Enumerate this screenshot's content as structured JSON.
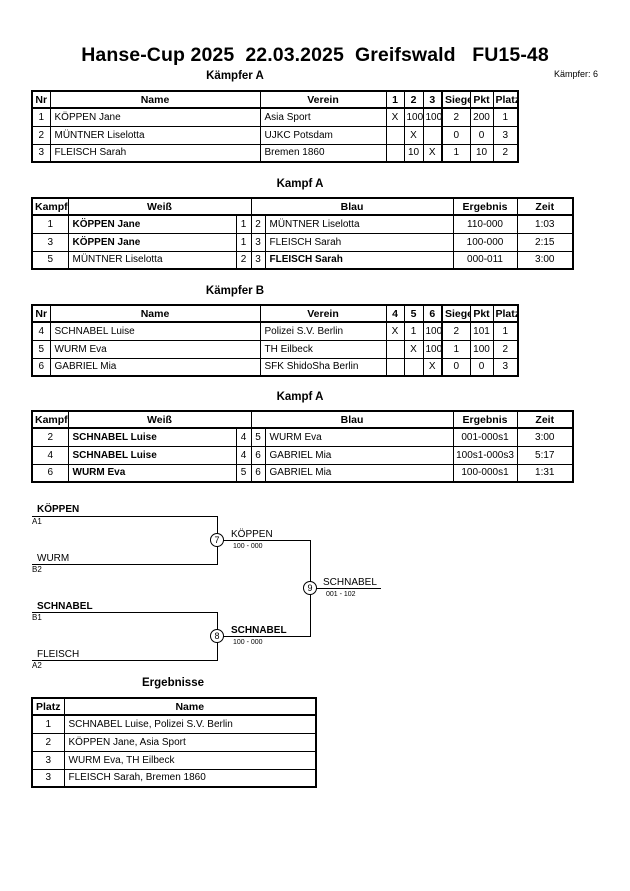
{
  "header": {
    "title": "Hanse-Cup 2025  22.03.2025  Greifswald   FU15-48",
    "fighter_count": "Kämpfer: 6"
  },
  "pool_a": {
    "title": "Kämpfer A",
    "columns": {
      "nr": "Nr",
      "name": "Name",
      "club": "Verein",
      "f1": "1",
      "f2": "2",
      "f3": "3",
      "wins": "Siege",
      "points": "Pkt",
      "place": "Platz"
    },
    "rows": [
      {
        "nr": "1",
        "name": "KÖPPEN Jane",
        "club": "Asia Sport",
        "r1": "X",
        "r2": "100",
        "r3": "100",
        "wins": "2",
        "points": "200",
        "place": "1"
      },
      {
        "nr": "2",
        "name": "MÜNTNER Liselotta",
        "club": "UJKC Potsdam",
        "r1": "",
        "r2": "X",
        "r3": "",
        "wins": "0",
        "points": "0",
        "place": "3"
      },
      {
        "nr": "3",
        "name": "FLEISCH Sarah",
        "club": "Bremen 1860",
        "r1": "",
        "r2": "10",
        "r3": "X",
        "wins": "1",
        "points": "10",
        "place": "2"
      }
    ]
  },
  "fights_a": {
    "title": "Kampf A",
    "columns": {
      "fight": "Kampf",
      "white": "Weiß",
      "blue": "Blau",
      "result": "Ergebnis",
      "time": "Zeit"
    },
    "rows": [
      {
        "fight": "1",
        "white": "KÖPPEN Jane",
        "w_nr": "1",
        "b_nr": "2",
        "blue": "MÜNTNER Liselotta",
        "result": "110-000",
        "time": "1:03",
        "winner": "white"
      },
      {
        "fight": "3",
        "white": "KÖPPEN Jane",
        "w_nr": "1",
        "b_nr": "3",
        "blue": "FLEISCH Sarah",
        "result": "100-000",
        "time": "2:15",
        "winner": "white"
      },
      {
        "fight": "5",
        "white": "MÜNTNER Liselotta",
        "w_nr": "2",
        "b_nr": "3",
        "blue": "FLEISCH Sarah",
        "result": "000-011",
        "time": "3:00",
        "winner": "blue"
      }
    ]
  },
  "pool_b": {
    "title": "Kämpfer B",
    "columns": {
      "nr": "Nr",
      "name": "Name",
      "club": "Verein",
      "f1": "4",
      "f2": "5",
      "f3": "6",
      "wins": "Siege",
      "points": "Pkt",
      "place": "Platz"
    },
    "rows": [
      {
        "nr": "4",
        "name": "SCHNABEL Luise",
        "club": "Polizei S.V. Berlin",
        "r1": "X",
        "r2": "1",
        "r3": "100",
        "wins": "2",
        "points": "101",
        "place": "1"
      },
      {
        "nr": "5",
        "name": "WURM Eva",
        "club": "TH Eilbeck",
        "r1": "",
        "r2": "X",
        "r3": "100",
        "wins": "1",
        "points": "100",
        "place": "2"
      },
      {
        "nr": "6",
        "name": "GABRIEL Mia",
        "club": "SFK ShidoSha Berlin",
        "r1": "",
        "r2": "",
        "r3": "X",
        "wins": "0",
        "points": "0",
        "place": "3"
      }
    ]
  },
  "fights_b": {
    "title": "Kampf A",
    "columns": {
      "fight": "Kampf",
      "white": "Weiß",
      "blue": "Blau",
      "result": "Ergebnis",
      "time": "Zeit"
    },
    "rows": [
      {
        "fight": "2",
        "white": "SCHNABEL Luise",
        "w_nr": "4",
        "b_nr": "5",
        "blue": "WURM Eva",
        "result": "001-000s1",
        "time": "3:00",
        "winner": "white"
      },
      {
        "fight": "4",
        "white": "SCHNABEL Luise",
        "w_nr": "4",
        "b_nr": "6",
        "blue": "GABRIEL Mia",
        "result": "100s1-000s3",
        "time": "5:17",
        "winner": "white"
      },
      {
        "fight": "6",
        "white": "WURM Eva",
        "w_nr": "5",
        "b_nr": "6",
        "blue": "GABRIEL Mia",
        "result": "100-000s1",
        "time": "1:31",
        "winner": "white"
      }
    ]
  },
  "bracket": {
    "sf1_top": {
      "name": "KÖPPEN",
      "seed": "A1"
    },
    "sf1_bottom": {
      "name": "WURM",
      "seed": "B2"
    },
    "sf2_top": {
      "name": "SCHNABEL",
      "seed": "B1"
    },
    "sf2_bottom": {
      "name": "FLEISCH",
      "seed": "A2"
    },
    "sf1_fight": "7",
    "sf1_winner": "KÖPPEN",
    "sf1_score": "100 - 000",
    "sf2_fight": "8",
    "sf2_winner": "SCHNABEL",
    "sf2_score": "100 - 000",
    "final_fight": "9",
    "final_winner": "SCHNABEL",
    "final_score": "001 - 102"
  },
  "results": {
    "title": "Ergebnisse",
    "columns": {
      "place": "Platz",
      "name": "Name"
    },
    "rows": [
      {
        "place": "1",
        "name": "SCHNABEL Luise, Polizei S.V. Berlin"
      },
      {
        "place": "2",
        "name": "KÖPPEN Jane, Asia Sport"
      },
      {
        "place": "3",
        "name": "WURM Eva, TH Eilbeck"
      },
      {
        "place": "3",
        "name": "FLEISCH Sarah, Bremen 1860"
      }
    ]
  }
}
